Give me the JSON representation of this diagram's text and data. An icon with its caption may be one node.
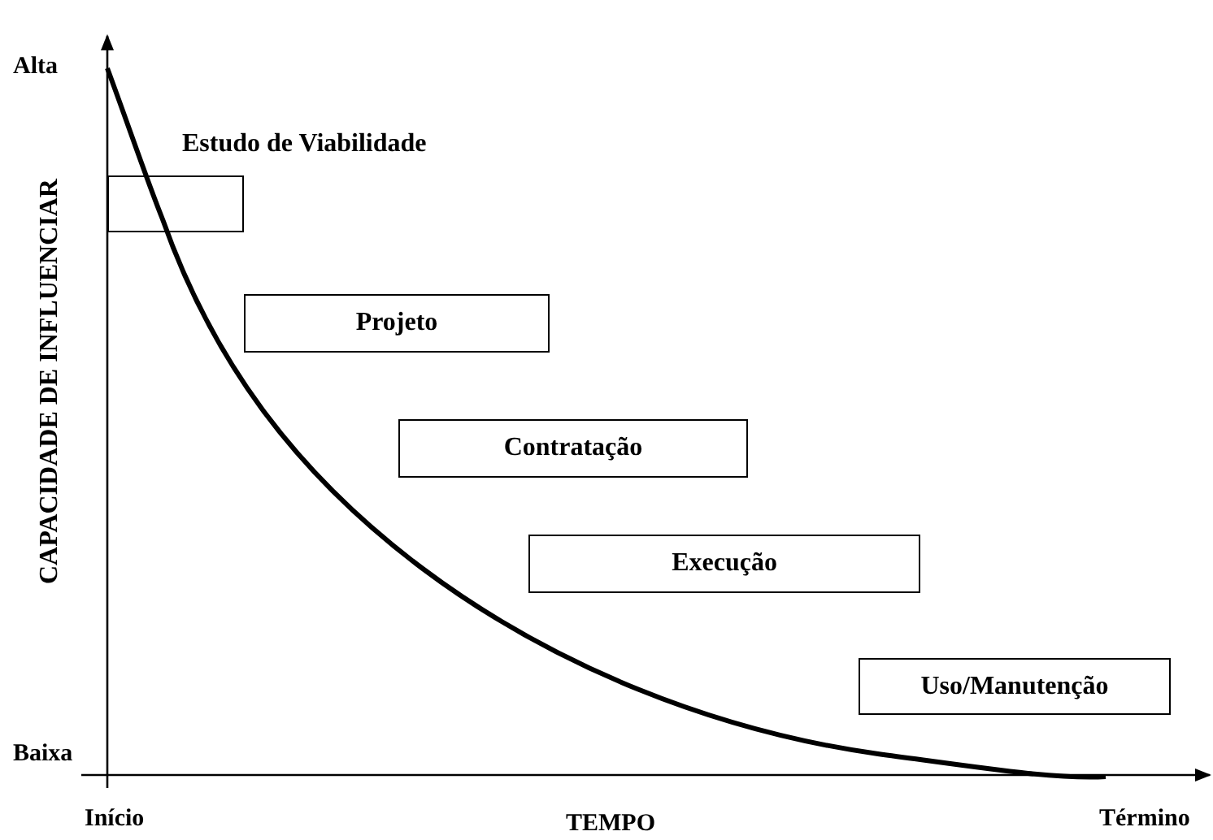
{
  "diagram": {
    "nodes": [
      {
        "text": [
          "Estudo de Viabilidade"
        ]
      },
      {
        "text": [
          "Projeto"
        ]
      },
      {
        "text": [
          "Contratação"
        ]
      },
      {
        "text": [
          "Execução"
        ]
      },
      {
        "text": [
          "Uso/Manutenção"
        ]
      }
    ],
    "labels": [
      "Alta",
      "CAPACIDADE DE INFLUENCIAR",
      "Baixa",
      "Início",
      "TEMPO",
      "Término"
    ]
  }
}
